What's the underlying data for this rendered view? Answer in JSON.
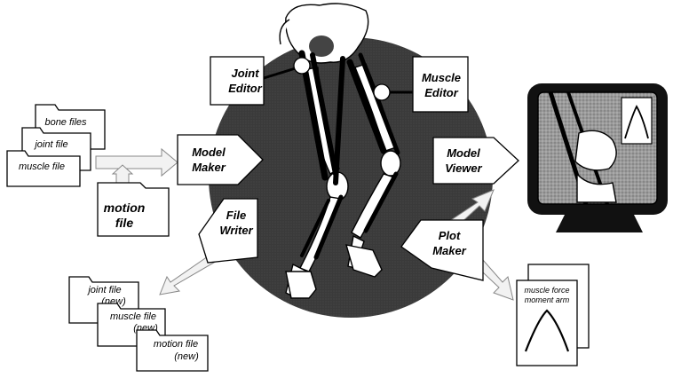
{
  "input_files": {
    "bone_files": "bone files",
    "joint_file": "joint file",
    "muscle_file": "muscle file",
    "motion_file_line1": "motion",
    "motion_file_line2": "file"
  },
  "modules": {
    "joint_editor_line1": "Joint",
    "joint_editor_line2": "Editor",
    "muscle_editor_line1": "Muscle",
    "muscle_editor_line2": "Editor",
    "model_maker_line1": "Model",
    "model_maker_line2": "Maker",
    "model_viewer_line1": "Model",
    "model_viewer_line2": "Viewer",
    "file_writer_line1": "File",
    "file_writer_line2": "Writer",
    "plot_maker_line1": "Plot",
    "plot_maker_line2": "Maker"
  },
  "output_files": {
    "joint_file": "joint file",
    "joint_new": "(new)",
    "muscle_file": "muscle file",
    "muscle_new": "(new)",
    "motion_file": "motion file",
    "motion_new": "(new)"
  },
  "plot_page": {
    "line1": "muscle force",
    "line2": "moment arm"
  },
  "colors": {
    "hub": "#3a3a3a",
    "screen": "#b5b5b5",
    "monitor": "#111111",
    "arrow_fill": "#f2f2f2"
  }
}
